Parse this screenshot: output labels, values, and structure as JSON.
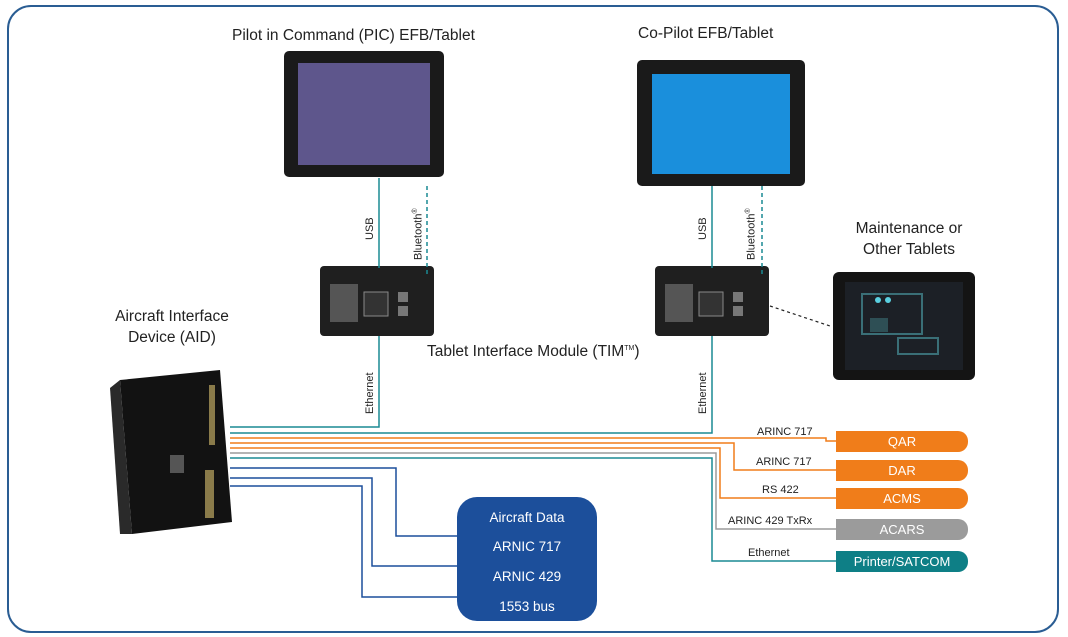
{
  "tablets": {
    "pic_title": "Pilot in Command (PIC) EFB/Tablet",
    "copilot_title": "Co-Pilot EFB/Tablet",
    "maintenance_line1": "Maintenance or",
    "maintenance_line2": "Other Tablets"
  },
  "aid": {
    "line1": "Aircraft Interface",
    "line2": "Device (AID)"
  },
  "tim": {
    "label": "Tablet Interface Module (TIM",
    "tm": "TM",
    "close": ")"
  },
  "links": {
    "usb": "USB",
    "bluetooth": "Bluetooth",
    "registered": "®",
    "ethernet": "Ethernet"
  },
  "outputs": [
    {
      "name": "QAR",
      "interface": "ARINC 717",
      "color": "#f07d1a"
    },
    {
      "name": "DAR",
      "interface": "ARINC 717",
      "color": "#f07d1a"
    },
    {
      "name": "ACMS",
      "interface": "RS 422",
      "color": "#f07d1a"
    },
    {
      "name": "ACARS",
      "interface": "ARINC 429 TxRx",
      "color": "#9b9b9b"
    },
    {
      "name": "Printer/SATCOM",
      "interface": "Ethernet",
      "color": "#0e7f86"
    }
  ],
  "aircraft_data": {
    "title": "Aircraft Data",
    "items": [
      "ARNIC 717",
      "ARNIC 429",
      "1553 bus"
    ],
    "color": "#1c4f9b"
  },
  "colors": {
    "border": "#2a5d93",
    "teal_line": "#1a8a93",
    "blue_line": "#1c4f9b",
    "orange_line": "#f07d1a",
    "gray_line": "#9b9b9b"
  }
}
